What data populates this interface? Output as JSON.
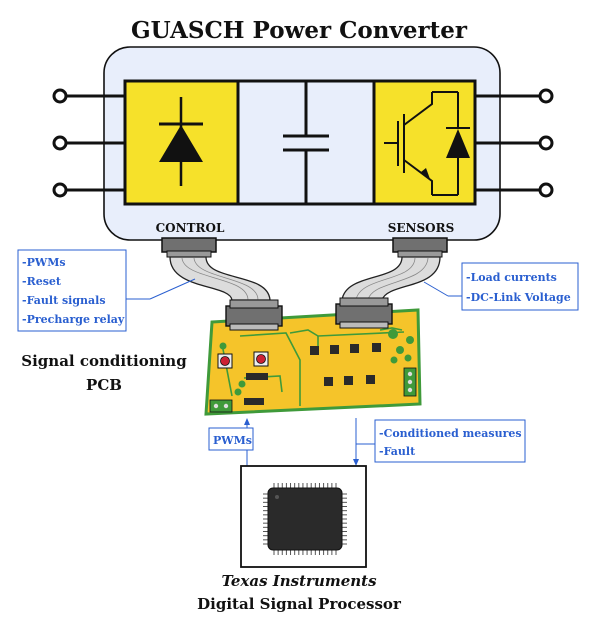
{
  "title": "GUASCH Power Converter",
  "converter": {
    "control_label": "CONTROL",
    "sensors_label": "SENSORS"
  },
  "left_callout": {
    "lines": [
      "-PWMs",
      "-Reset",
      "-Fault signals",
      "-Precharge relay"
    ]
  },
  "right_callout": {
    "lines": [
      "-Load currents",
      "-DC-Link Voltage"
    ]
  },
  "pcb": {
    "label_line1": "Signal conditioning",
    "label_line2": "PCB"
  },
  "pwm_callout": {
    "label": "PWMs"
  },
  "measures_callout": {
    "lines": [
      "-Conditioned measures",
      "-Fault"
    ]
  },
  "dsp": {
    "brand": "Texas Instruments",
    "label": "Digital Signal Processor"
  },
  "colors": {
    "converter_bg": "#e8eefb",
    "module_yellow": "#f6e12a",
    "pcb_board": "#f5c42a",
    "pcb_trace": "#3f9a3a",
    "callout_blue": "#2a5fd0",
    "chip_body": "#2a2a2a"
  }
}
